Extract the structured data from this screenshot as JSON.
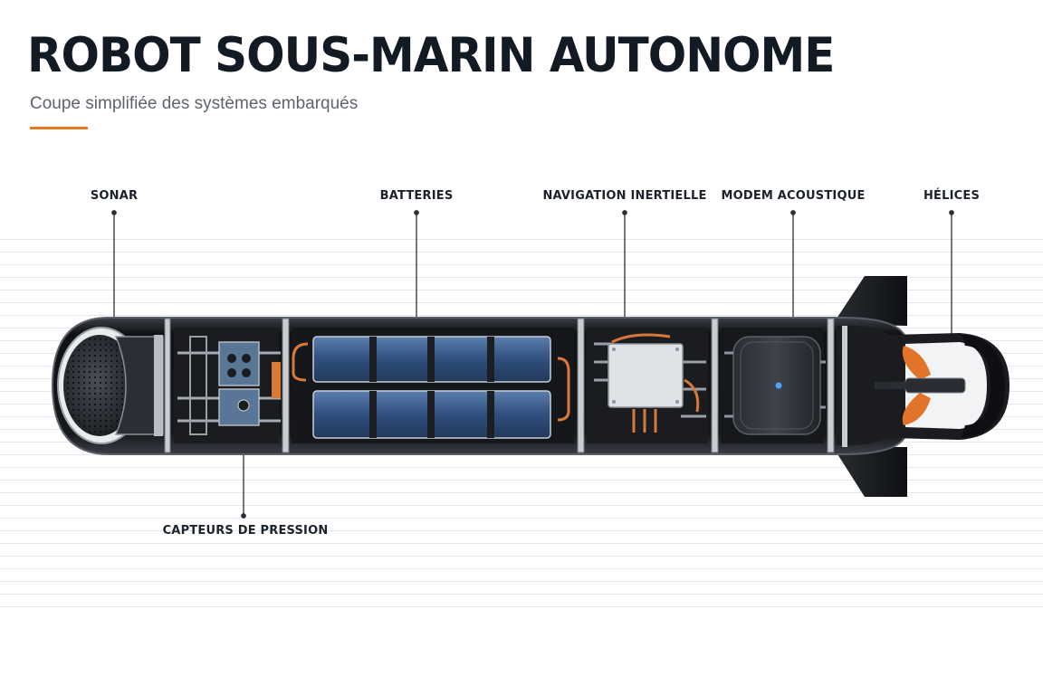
{
  "header": {
    "title": "ROBOT SOUS-MARIN AUTONOME",
    "subtitle": "Coupe simplifiée des systèmes embarqués"
  },
  "labels": {
    "sonar": "SONAR",
    "batteries": "BATTERIES",
    "navigation": "NAVIGATION INERTIELLE",
    "modem": "MODEM ACOUSTIQUE",
    "helices": "HÉLICES",
    "capteurs": "CAPTEURS DE PRESSION"
  },
  "colors": {
    "accent": "#e87722",
    "hull": "#1c1f24",
    "battery": "#3c5f8f",
    "pipe": "#d8793a",
    "propeller": "#e2742a"
  }
}
